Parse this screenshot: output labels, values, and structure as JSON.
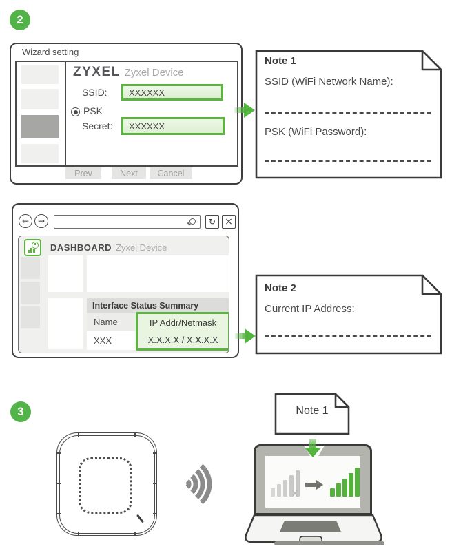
{
  "colors": {
    "accent_green": "#53b43e",
    "green_border": "#5cb540",
    "green_fill": "#e9f4e1",
    "dark_outline": "#3f3f3f",
    "gray_text": "#a9a9a9"
  },
  "steps": {
    "step2": "2",
    "step3": "3"
  },
  "wizard": {
    "title": "Wizard setting",
    "brand": "ZYXEL",
    "brand_suffix": "Zyxel Device",
    "ssid_label": "SSID:",
    "ssid_value": "XXXXXX",
    "psk_label": "PSK",
    "secret_label": "Secret:",
    "secret_value": "XXXXXX",
    "buttons": {
      "prev": "Prev",
      "next": "Next",
      "cancel": "Cancel"
    }
  },
  "note1": {
    "title": "Note 1",
    "line1": "SSID (WiFi Network Name):",
    "line2": "PSK (WiFi Password):"
  },
  "browser": {
    "toolbar": {
      "back_icon": "←",
      "forward_icon": "→",
      "refresh_icon": "↻",
      "close_icon": "×",
      "address_value": ""
    },
    "dashboard_label": "DASHBOARD",
    "device_label": "Zyxel Device",
    "table": {
      "title": "Interface Status Summary",
      "col1": "Name",
      "col2": "IP Addr/Netmask",
      "row1_col1": "XXX",
      "row1_col2": "X.X.X.X / X.X.X.X"
    }
  },
  "note2": {
    "title": "Note 2",
    "line1": "Current IP Address:"
  },
  "laptop_note": {
    "title": "Note 1"
  },
  "screen_signal": {
    "weak_mark": "×"
  }
}
